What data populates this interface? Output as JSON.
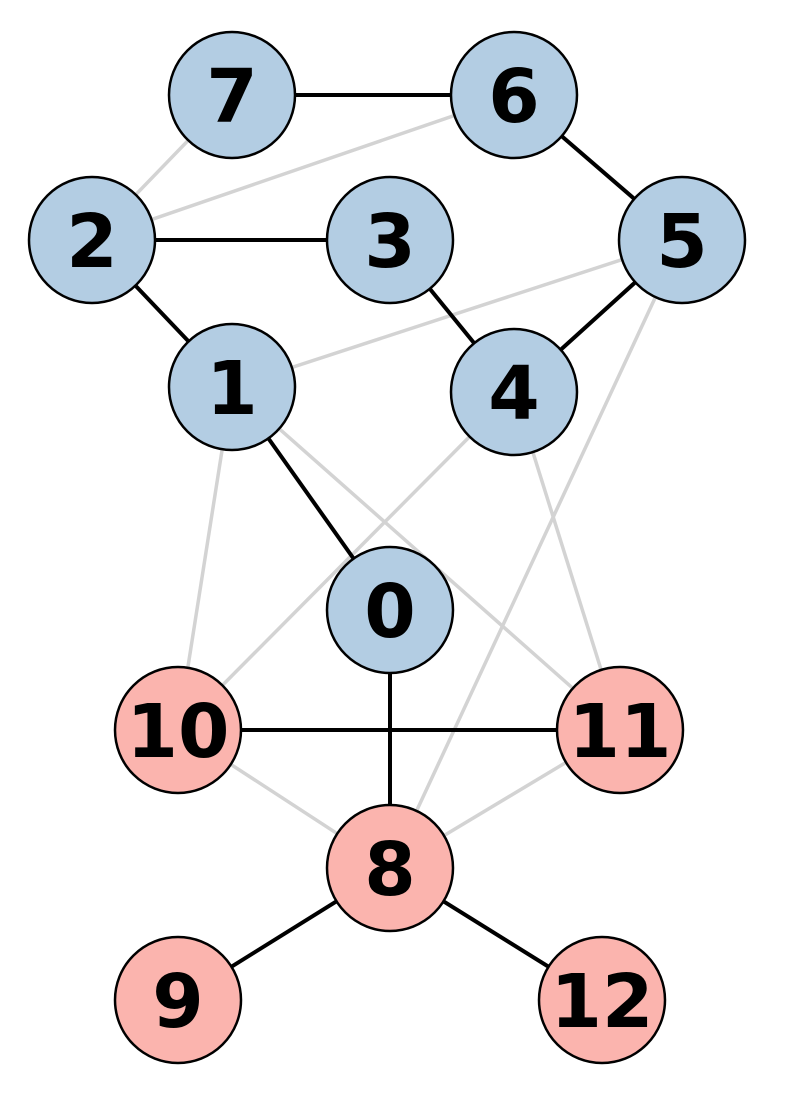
{
  "diagram": {
    "type": "graph",
    "groups": {
      "blue": {
        "fill": "#b3cde3"
      },
      "red": {
        "fill": "#fbb4ae"
      }
    },
    "edge_styles": {
      "dark": "#000000",
      "light": "#d3d3d3"
    },
    "nodes": [
      {
        "id": "0",
        "label": "0",
        "group": "blue"
      },
      {
        "id": "1",
        "label": "1",
        "group": "blue"
      },
      {
        "id": "2",
        "label": "2",
        "group": "blue"
      },
      {
        "id": "3",
        "label": "3",
        "group": "blue"
      },
      {
        "id": "4",
        "label": "4",
        "group": "blue"
      },
      {
        "id": "5",
        "label": "5",
        "group": "blue"
      },
      {
        "id": "6",
        "label": "6",
        "group": "blue"
      },
      {
        "id": "7",
        "label": "7",
        "group": "blue"
      },
      {
        "id": "8",
        "label": "8",
        "group": "red"
      },
      {
        "id": "9",
        "label": "9",
        "group": "red"
      },
      {
        "id": "10",
        "label": "10",
        "group": "red"
      },
      {
        "id": "11",
        "label": "11",
        "group": "red"
      },
      {
        "id": "12",
        "label": "12",
        "group": "red"
      }
    ],
    "edges": [
      {
        "source": "7",
        "target": "2",
        "style": "light"
      },
      {
        "source": "6",
        "target": "2",
        "style": "light"
      },
      {
        "source": "5",
        "target": "1",
        "style": "light"
      },
      {
        "source": "5",
        "target": "8",
        "style": "light"
      },
      {
        "source": "1",
        "target": "10",
        "style": "light"
      },
      {
        "source": "1",
        "target": "11",
        "style": "light"
      },
      {
        "source": "4",
        "target": "10",
        "style": "light"
      },
      {
        "source": "4",
        "target": "11",
        "style": "light"
      },
      {
        "source": "10",
        "target": "8",
        "style": "light"
      },
      {
        "source": "11",
        "target": "8",
        "style": "light"
      },
      {
        "source": "7",
        "target": "6",
        "style": "dark"
      },
      {
        "source": "6",
        "target": "5",
        "style": "dark"
      },
      {
        "source": "2",
        "target": "3",
        "style": "dark"
      },
      {
        "source": "2",
        "target": "1",
        "style": "dark"
      },
      {
        "source": "3",
        "target": "4",
        "style": "dark"
      },
      {
        "source": "5",
        "target": "4",
        "style": "dark"
      },
      {
        "source": "1",
        "target": "0",
        "style": "dark"
      },
      {
        "source": "10",
        "target": "11",
        "style": "dark"
      },
      {
        "source": "0",
        "target": "8",
        "style": "dark"
      },
      {
        "source": "8",
        "target": "9",
        "style": "dark"
      },
      {
        "source": "8",
        "target": "12",
        "style": "dark"
      }
    ]
  }
}
